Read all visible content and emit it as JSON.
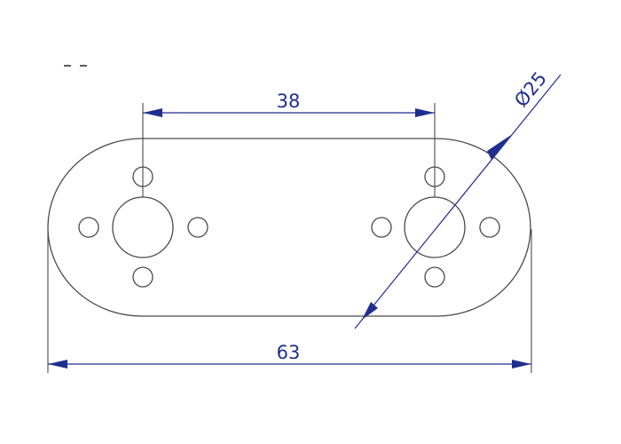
{
  "dimensions": {
    "center_distance": "38",
    "overall_length": "63",
    "hole_diameter": "Ø25"
  },
  "colors": {
    "dimension": "#1f2f8f",
    "outline": "#4a4a4a"
  }
}
